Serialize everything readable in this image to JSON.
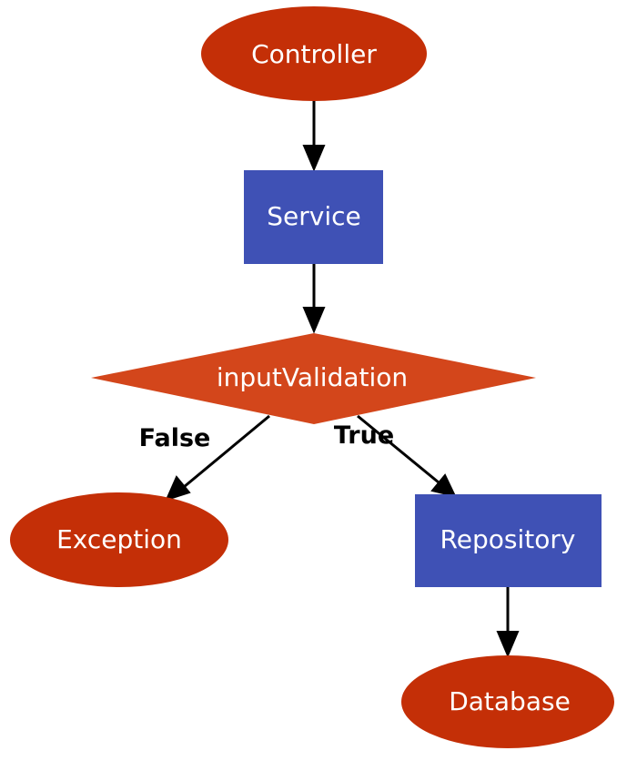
{
  "colors": {
    "ellipse_fill": "#c42f07",
    "box_fill": "#3f51b5",
    "diamond_fill": "#d3461b",
    "edge": "#000000",
    "node_text": "#ffffff",
    "background": "#ffffff"
  },
  "nodes": {
    "controller": {
      "label": "Controller",
      "shape": "ellipse"
    },
    "service": {
      "label": "Service",
      "shape": "box"
    },
    "input_validation": {
      "label": "inputValidation",
      "shape": "diamond"
    },
    "exception": {
      "label": "Exception",
      "shape": "ellipse"
    },
    "repository": {
      "label": "Repository",
      "shape": "box"
    },
    "database": {
      "label": "Database",
      "shape": "ellipse"
    }
  },
  "edges": [
    {
      "from": "controller",
      "to": "service",
      "label": ""
    },
    {
      "from": "service",
      "to": "input_validation",
      "label": ""
    },
    {
      "from": "input_validation",
      "to": "exception",
      "label": "False"
    },
    {
      "from": "input_validation",
      "to": "repository",
      "label": "True"
    },
    {
      "from": "repository",
      "to": "database",
      "label": ""
    }
  ],
  "edge_labels": {
    "false_label": "False",
    "true_label": "True"
  }
}
